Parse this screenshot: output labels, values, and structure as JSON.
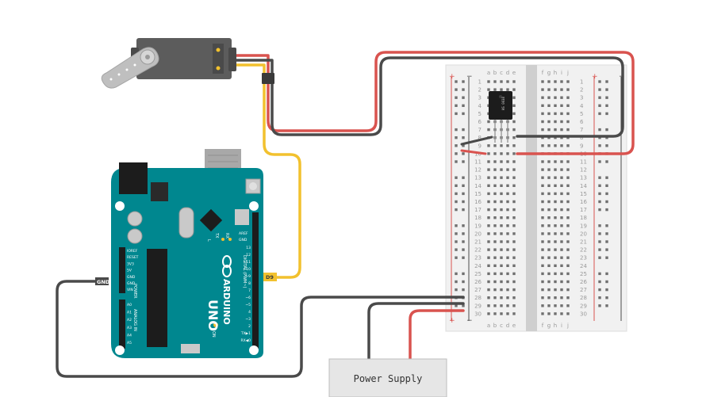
{
  "labels": {
    "power_supply": "Power Supply",
    "gnd_tag": "GND",
    "d9_tag": "D9"
  },
  "breadboard": {
    "columns_left": [
      "a",
      "b",
      "c",
      "d",
      "e"
    ],
    "columns_right": [
      "f",
      "g",
      "h",
      "i",
      "j"
    ],
    "rows": [
      1,
      2,
      3,
      4,
      5,
      6,
      7,
      8,
      9,
      10,
      11,
      12,
      13,
      14,
      15,
      16,
      17,
      18,
      19,
      20,
      21,
      22,
      23,
      24,
      25,
      26,
      27,
      28,
      29,
      30
    ],
    "rail_plus": "+",
    "rail_minus": "−"
  },
  "sensor": {
    "marking": "HS 0038"
  },
  "arduino": {
    "brand": "ARDUINO",
    "model": "UNO",
    "digital_label": "DIGITAL (PWM~)",
    "analog_label": "ANALOG IN",
    "power_label": "POWER",
    "aref": "AREF",
    "gnd": "GND",
    "on": "ON",
    "tx": "TX",
    "rx": "RX",
    "l_led": "L",
    "reset": "RESET",
    "ioref": "IOREF",
    "power_pins": [
      "IOREF",
      "RESET",
      "3V3",
      "5V",
      "GND",
      "GND",
      "VIN"
    ],
    "analog_pins": [
      "A0",
      "A1",
      "A2",
      "A3",
      "A4",
      "A5"
    ],
    "digital_pins": [
      "13",
      "12",
      "~11",
      "~10",
      "~9",
      "8",
      "7",
      "~6",
      "~5",
      "4",
      "~3",
      "2",
      "TX▶1",
      "RX◀0"
    ]
  },
  "colors": {
    "wire_red": "#d9534f",
    "wire_black": "#4a4a4a",
    "wire_yellow": "#f2c12e",
    "board_teal": "#00878f",
    "breadboard_fill": "#f1f1f1",
    "center_gap": "#cfcfcf",
    "power_supply_fill": "#e6e6e6"
  }
}
